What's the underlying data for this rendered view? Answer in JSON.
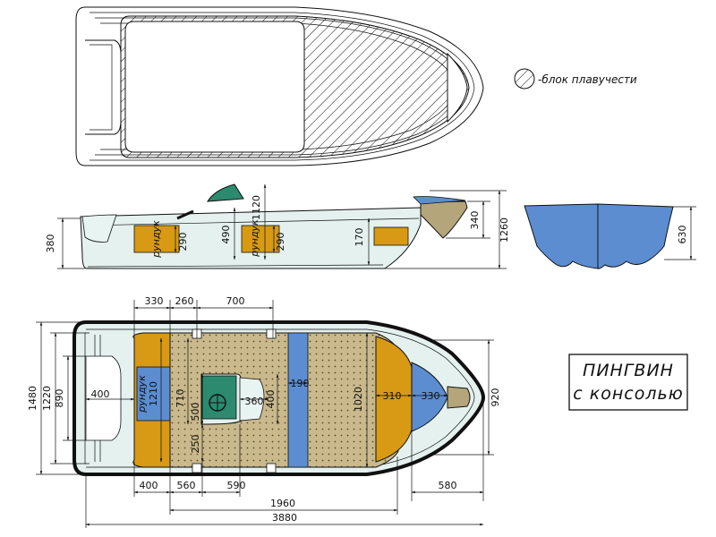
{
  "legend": {
    "label": "-блок плавучести"
  },
  "title": {
    "line1": "ПИНГВИН",
    "line2": "с консолью"
  },
  "side_view": {
    "dims": {
      "d380": "380",
      "d290a": "290",
      "d490": "490",
      "d1120": "1120",
      "d290b": "290",
      "d170": "170",
      "d340": "340",
      "d1260": "1260"
    },
    "locker_a": "рундук",
    "locker_b": "рундук"
  },
  "section_view": {
    "d630": "630"
  },
  "plan_view": {
    "top_dims": {
      "d330": "330",
      "d260": "260",
      "d700": "700"
    },
    "left_dims": {
      "d1480": "1480",
      "d1220": "1220",
      "d890": "890"
    },
    "inner_dims": {
      "d400a": "400",
      "d1210": "1210",
      "locker": "рундук",
      "d710": "710",
      "d500": "500",
      "d250": "250",
      "d360": "360",
      "d400b": "400",
      "d190": "190",
      "d1020": "1020",
      "d310": "310",
      "d330b": "330"
    },
    "right_dims": {
      "d920": "920",
      "d580": "580"
    },
    "bottom_dims": {
      "d400": "400",
      "d560": "560",
      "d590": "590",
      "d1960": "1960",
      "d3880": "3880"
    }
  }
}
